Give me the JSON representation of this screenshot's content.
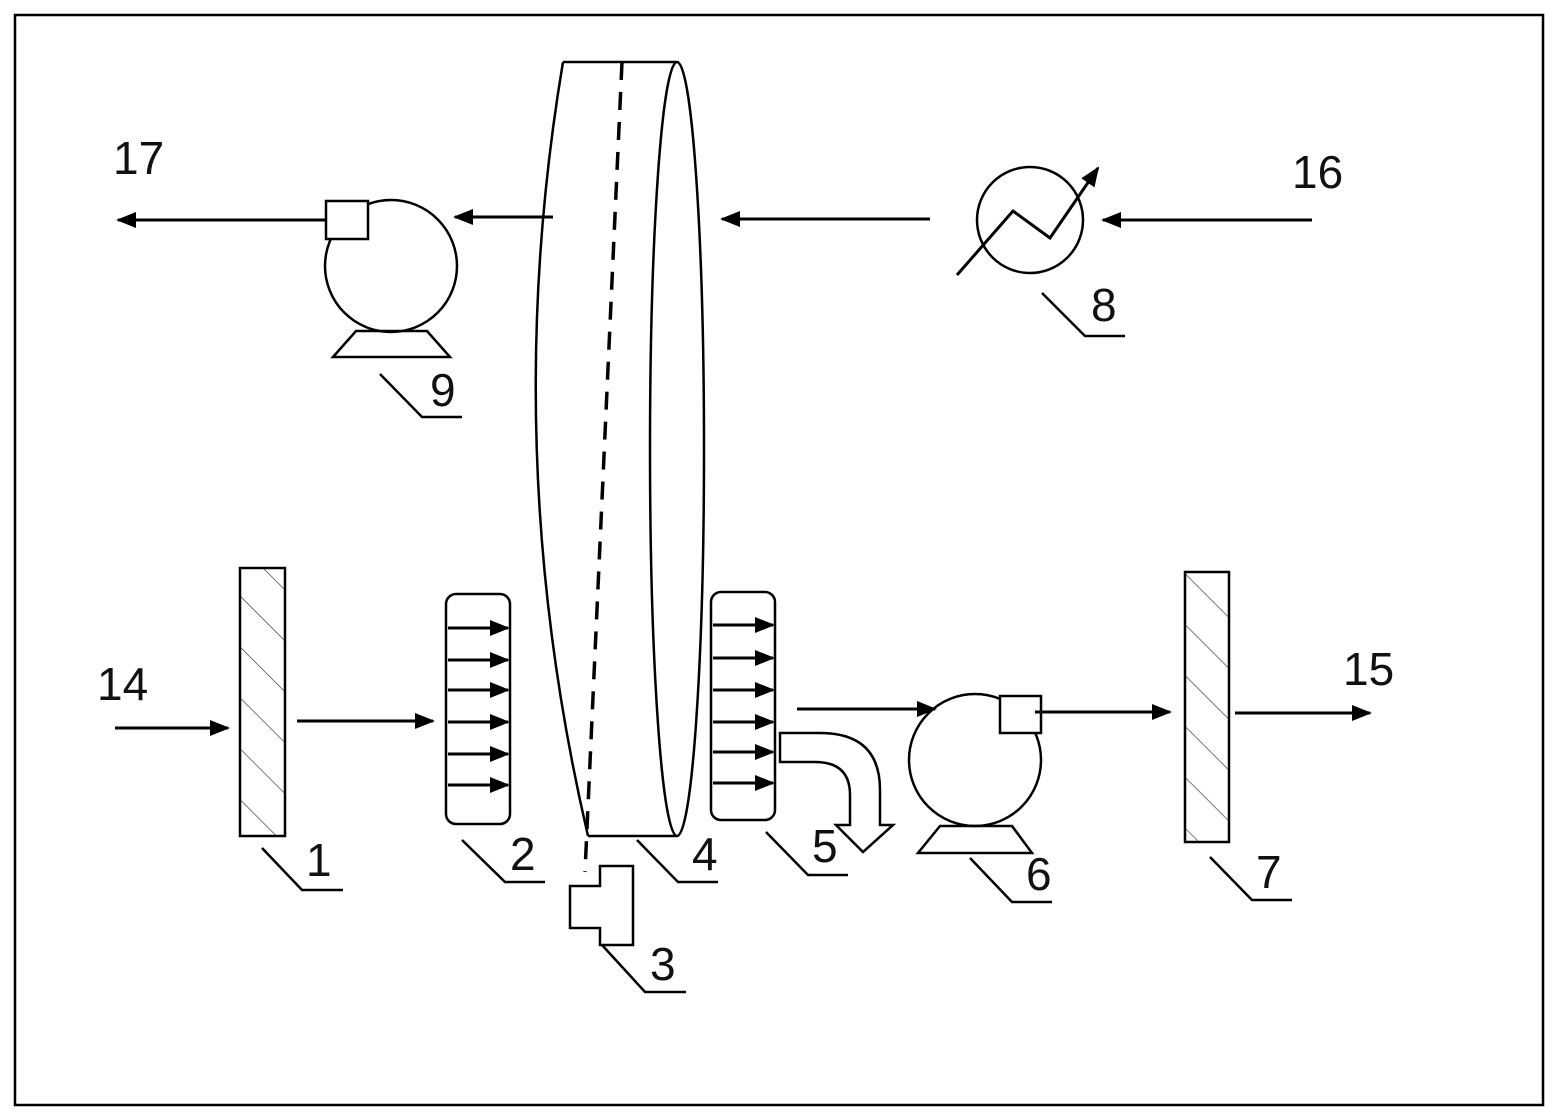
{
  "diagram": {
    "components": [
      {
        "id": "1",
        "label": "1",
        "kind": "filter"
      },
      {
        "id": "2",
        "label": "2",
        "kind": "flow-distributor-inlet"
      },
      {
        "id": "3",
        "label": "3",
        "kind": "drive-motor"
      },
      {
        "id": "4",
        "label": "4",
        "kind": "rotary-wheel"
      },
      {
        "id": "5",
        "label": "5",
        "kind": "flow-distributor-outlet"
      },
      {
        "id": "6",
        "label": "6",
        "kind": "fan"
      },
      {
        "id": "7",
        "label": "7",
        "kind": "filter"
      },
      {
        "id": "8",
        "label": "8",
        "kind": "heater"
      },
      {
        "id": "9",
        "label": "9",
        "kind": "fan"
      }
    ],
    "streams": {
      "s14": "14",
      "s15": "15",
      "s16": "16",
      "s17": "17"
    },
    "stroke_color": "#000000"
  }
}
